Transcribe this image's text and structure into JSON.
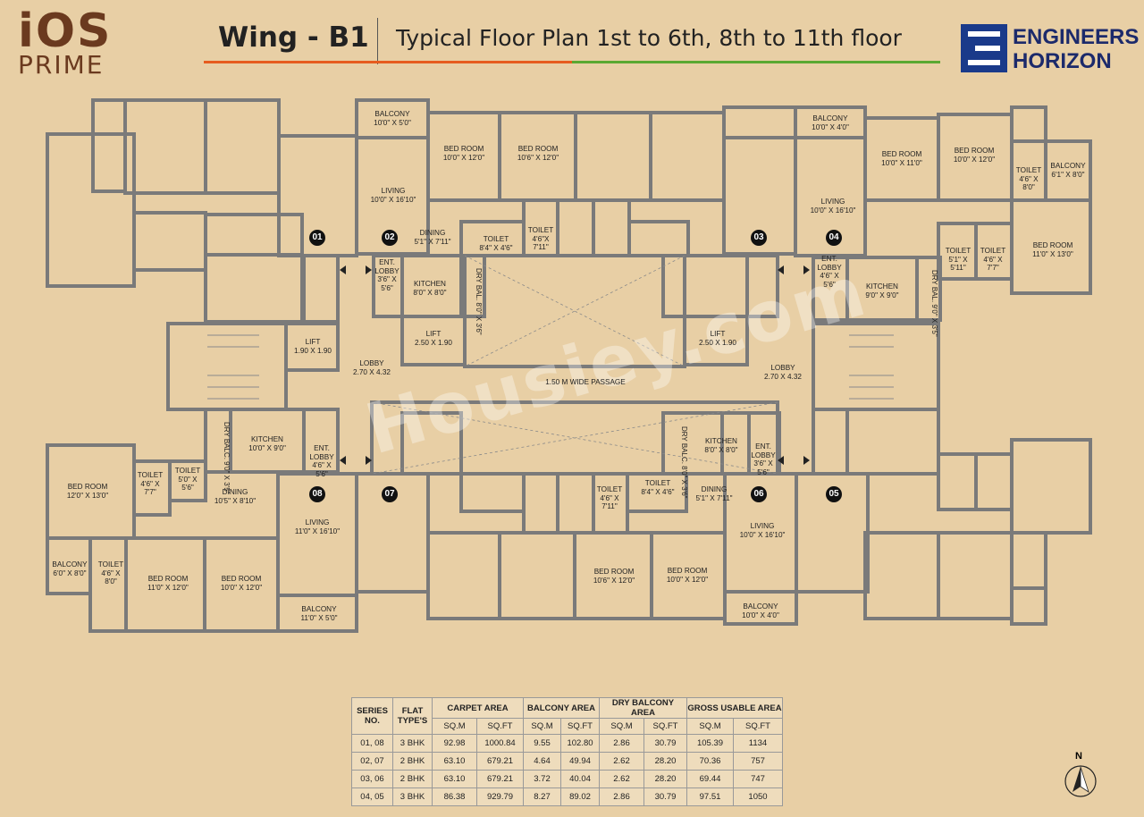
{
  "brand": {
    "logo_line1": "iOS",
    "logo_line2": "PRIME"
  },
  "header": {
    "wing": "Wing - B1",
    "plan_title": "Typical Floor Plan 1st to 6th, 8th to 11th floor"
  },
  "developer": {
    "line1": "ENGINEERS",
    "line2": "HORIZON"
  },
  "watermark": "Housiey.com",
  "flats": [
    "01",
    "02",
    "03",
    "04",
    "05",
    "06",
    "07",
    "08"
  ],
  "rooms": {
    "balcony_top_left": [
      "BALCONY",
      "10'0\" X 5'0\""
    ],
    "bed_1": [
      "BED ROOM",
      "10'0\" X 12'0\""
    ],
    "bed_2": [
      "BED ROOM",
      "10'6\" X 12'0\""
    ],
    "balcony_top_right": [
      "BALCONY",
      "10'0\" X 4'0\""
    ],
    "bed_3": [
      "BED ROOM",
      "10'0\" X 11'0\""
    ],
    "bed_4": [
      "BED ROOM",
      "10'0\" X 12'0\""
    ],
    "toilet_tr": [
      "TOILET",
      "4'6\" X",
      "8'0\""
    ],
    "balcony_far_right": [
      "BALCONY",
      "6'1\" X 8'0\""
    ],
    "living_02": [
      "LIVING",
      "10'0\" X 16'10\""
    ],
    "living_04": [
      "LIVING",
      "10'0\" X 16'10\""
    ],
    "dining_02": [
      "DINING",
      "5'1\" X 7'11\""
    ],
    "toilet_a": [
      "TOILET",
      "8'4\" X 4'6\""
    ],
    "toilet_b": [
      "TOILET",
      "4'6\"X",
      "7'11\""
    ],
    "toilet_c": [
      "TOILET",
      "5'1\" X",
      "5'11\""
    ],
    "toilet_d": [
      "TOILET",
      "4'6\" X",
      "7'7\""
    ],
    "bed_right": [
      "BED ROOM",
      "11'0\" X 13'0\""
    ],
    "ent_lobby_02": [
      "ENT.",
      "LOBBY",
      "3'6\" X",
      "5'6\""
    ],
    "kitchen_02": [
      "KITCHEN",
      "8'0\" X 8'0\""
    ],
    "dry_bal_02": "DRY BAL. 8'0\" X 3'6\"",
    "ent_lobby_04": [
      "ENT.",
      "LOBBY",
      "4'6\" X",
      "5'6\""
    ],
    "kitchen_04": [
      "KITCHEN",
      "9'0\" X 9'0\""
    ],
    "dry_bal_04": "DRY BAL. 9'0\" X 3'5\"",
    "lift_left": [
      "LIFT",
      "1.90 X 1.90"
    ],
    "lift_mid": [
      "LIFT",
      "2.50 X 1.90"
    ],
    "lift_right": [
      "LIFT",
      "2.50 X 1.90"
    ],
    "lobby_left": [
      "LOBBY",
      "2.70 X 4.32"
    ],
    "lobby_right": [
      "LOBBY",
      "2.70 X 4.32"
    ],
    "passage": "1.50 M WIDE PASSAGE",
    "dry_bal_08": "DRY BALC. 9'0\" X 3'5\"",
    "kitchen_08": [
      "KITCHEN",
      "10'0\" X 9'0\""
    ],
    "ent_lobby_08": [
      "ENT.",
      "LOBBY",
      "4'6\" X",
      "5'6\""
    ],
    "bed_left_mid": [
      "BED ROOM",
      "12'0\" X 13'0\""
    ],
    "toilet_e": [
      "TOILET",
      "4'6\" X",
      "7'7\""
    ],
    "toilet_f": [
      "TOILET",
      "5'0\" X",
      "5'6\""
    ],
    "dining_08": [
      "DINING",
      "10'5\" X 8'10\""
    ],
    "living_08": [
      "LIVING",
      "11'0\" X 16'10\""
    ],
    "dry_bal_06": "DRY BALC. 8'0\" X 3'6\"",
    "kitchen_06": [
      "KITCHEN",
      "8'0\" X 8'0\""
    ],
    "ent_lobby_06": [
      "ENT.",
      "LOBBY",
      "3'6\" X",
      "5'6\""
    ],
    "toilet_g": [
      "TOILET",
      "4'6\" X",
      "7'11\""
    ],
    "toilet_h": [
      "TOILET",
      "8'4\" X 4'6\""
    ],
    "dining_06": [
      "DINING",
      "5'1\" X 7'11\""
    ],
    "living_06": [
      "LIVING",
      "10'0\" X 16'10\""
    ],
    "balcony_bl": [
      "BALCONY",
      "6'0\" X 8'0\""
    ],
    "toilet_bl": [
      "TOILET",
      "4'6\" X",
      "8'0\""
    ],
    "bed_b1": [
      "BED ROOM",
      "11'0\" X 12'0\""
    ],
    "bed_b2": [
      "BED ROOM",
      "10'0\" X 12'0\""
    ],
    "balcony_b": [
      "BALCONY",
      "11'0\" X 5'0\""
    ],
    "bed_b3": [
      "BED ROOM",
      "10'6\" X 12'0\""
    ],
    "bed_b4": [
      "BED ROOM",
      "10'0\" X 12'0\""
    ],
    "balcony_br": [
      "BALCONY",
      "10'0\" X 4'0\""
    ]
  },
  "table": {
    "headers": [
      "SERIES",
      "NO.",
      "FLAT",
      "TYPE'S",
      "CARPET AREA",
      "BALCONY AREA",
      "DRY BALCONY AREA",
      "GROSS USABLE AREA"
    ],
    "sub": [
      "SQ.M",
      "SQ.FT",
      "SQ.M",
      "SQ.FT",
      "SQ.M",
      "SQ.FT",
      "SQ.M",
      "SQ.FT"
    ],
    "rows": [
      [
        "01, 08",
        "3 BHK",
        "92.98",
        "1000.84",
        "9.55",
        "102.80",
        "2.86",
        "30.79",
        "105.39",
        "1134"
      ],
      [
        "02, 07",
        "2 BHK",
        "63.10",
        "679.21",
        "4.64",
        "49.94",
        "2.62",
        "28.20",
        "70.36",
        "757"
      ],
      [
        "03, 06",
        "2 BHK",
        "63.10",
        "679.21",
        "3.72",
        "40.04",
        "2.62",
        "28.20",
        "69.44",
        "747"
      ],
      [
        "04, 05",
        "3 BHK",
        "86.38",
        "929.79",
        "8.27",
        "89.02",
        "2.86",
        "30.79",
        "97.51",
        "1050"
      ]
    ]
  },
  "compass": "N"
}
